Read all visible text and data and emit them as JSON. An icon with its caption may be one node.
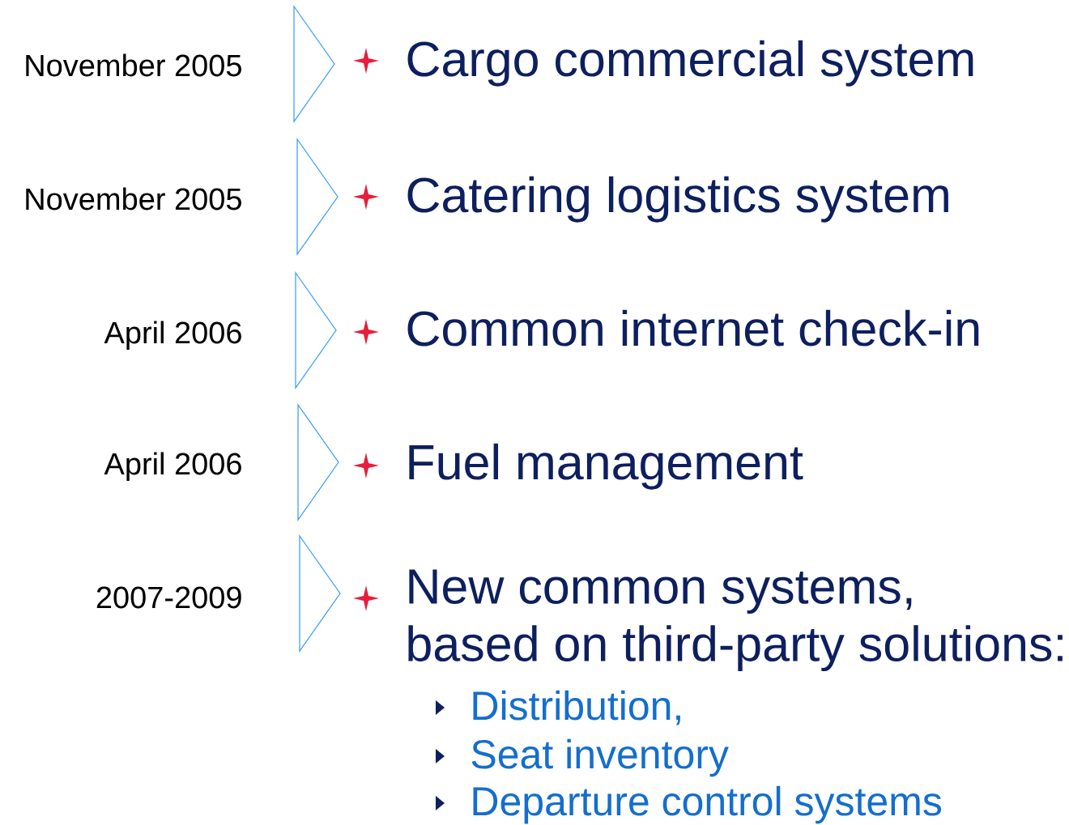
{
  "diagram": {
    "labels": [
      "November 2005",
      "Cargo commercial system",
      "November 2005",
      "Catering logistics system",
      "April 2006",
      "Common internet check-in",
      "April 2006",
      "Fuel management",
      "2007-2009",
      "New common systems, based on third-party solutions:",
      "Distribution,",
      "Seat inventory",
      "Departure control systems"
    ]
  }
}
